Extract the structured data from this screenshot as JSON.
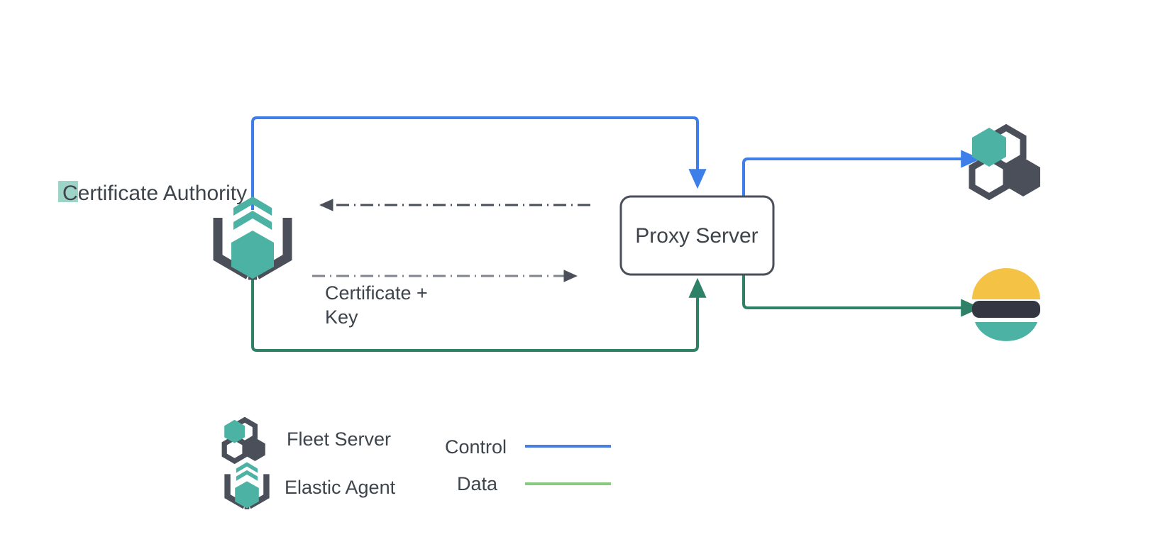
{
  "diagram": {
    "title": "Certificate Authority to Proxy Server flow",
    "background": "#ffffff",
    "nodes": [
      {
        "id": "certificate-authority",
        "label": "Certificate Authority",
        "icon": "elastic-agent-icon",
        "highlight_color": "#9ed4c8"
      },
      {
        "id": "proxy-server",
        "label": "Proxy Server",
        "icon": "none",
        "border_color": "#4a4f59",
        "fill_color": "#ffffff"
      },
      {
        "id": "fleet-server",
        "label": "",
        "icon": "fleet-server-icon"
      },
      {
        "id": "elasticsearch",
        "label": "",
        "icon": "elasticsearch-icon"
      }
    ],
    "edges": [
      {
        "id": "control-agent-to-proxy",
        "label": "",
        "style": "solid",
        "color": "#3d7ee8",
        "type": "control"
      },
      {
        "id": "control-proxy-to-fleet",
        "label": "",
        "style": "solid",
        "color": "#3d7ee8",
        "type": "control"
      },
      {
        "id": "data-agent-to-proxy",
        "label": "",
        "style": "solid",
        "color": "#2e8067",
        "type": "data"
      },
      {
        "id": "data-proxy-to-elasticsearch",
        "label": "",
        "style": "solid",
        "color": "#2e8067",
        "type": "data"
      },
      {
        "id": "cert-request",
        "label": "",
        "style": "dash-dot",
        "color": "#4a4f59",
        "type": "certificate"
      },
      {
        "id": "cert-delivery",
        "label": "Certificate +\nKey",
        "label_line1": "Certificate +",
        "label_line2": "Key",
        "style": "dash-dot",
        "color": "#808590",
        "type": "certificate"
      }
    ]
  },
  "legend": {
    "icons": [
      {
        "id": "fleet-server",
        "label": "Fleet Server",
        "icon": "fleet-server-icon"
      },
      {
        "id": "elastic-agent",
        "label": "Elastic Agent",
        "icon": "elastic-agent-icon"
      }
    ],
    "lines": [
      {
        "id": "control",
        "label": "Control",
        "color": "#4a7fe0"
      },
      {
        "id": "data",
        "label": "Data",
        "color": "#87c97f"
      }
    ]
  },
  "colors": {
    "teal": "#4cb3a4",
    "dark_slate": "#4a4f59",
    "blue": "#3d7ee8",
    "green": "#2e8067",
    "legend_green": "#87c97f",
    "elastic_yellow": "#f4c244",
    "elastic_dark": "#343741",
    "elastic_teal": "#4cb3a4",
    "text": "#3d444b",
    "highlight": "#9ed4c8"
  }
}
